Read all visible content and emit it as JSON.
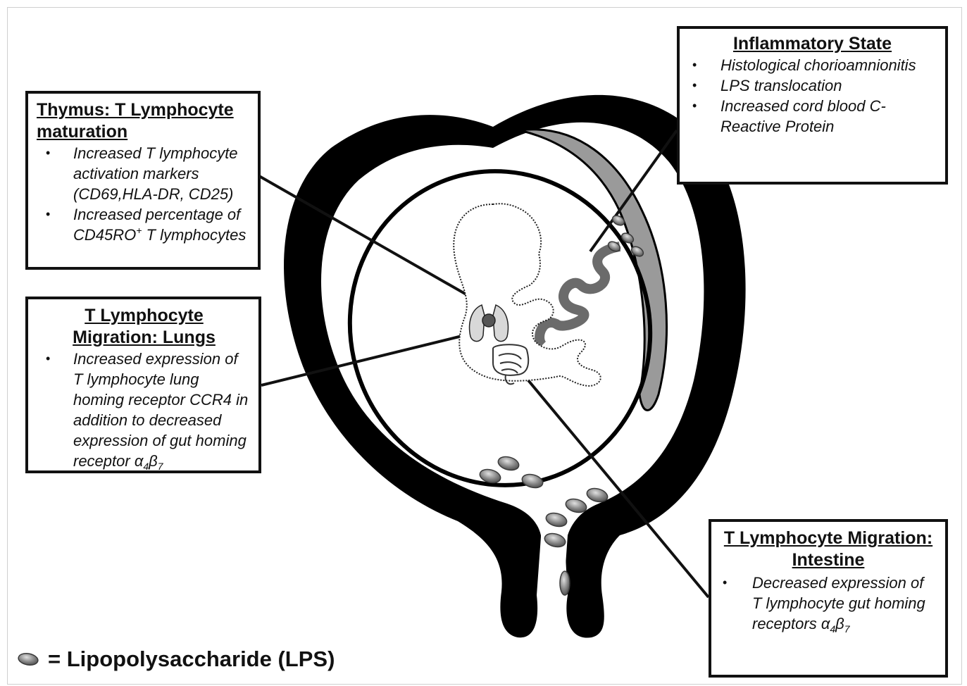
{
  "thymus_box": {
    "title": "Thymus: T Lymphocyte maturation",
    "bullet1": "Increased T lymphocyte activation markers (CD69,HLA-DR, CD25)",
    "bullet2_pre": "Increased percentage of CD45RO",
    "bullet2_sup": "+",
    "bullet2_post": " T lymphocytes"
  },
  "lungs_box": {
    "title": "T Lymphocyte Migration: Lungs",
    "bullet1_pre": "Increased expression of T lymphocyte lung homing receptor CCR4 in addition to decreased expression of gut homing receptor α",
    "bullet1_sub1": "4",
    "bullet1_mid": "β",
    "bullet1_sub2": "7"
  },
  "inflammatory_box": {
    "title": "Inflammatory State",
    "bullets": [
      "Histological chorioamnionitis",
      "LPS translocation",
      "Increased cord blood C-Reactive Protein"
    ]
  },
  "intestine_box": {
    "title": "T Lymphocyte Migration: Intestine",
    "bullet1_pre": "Decreased expression of T lymphocyte gut homing receptors α",
    "bullet1_sub1": "4",
    "bullet1_mid": "β",
    "bullet1_sub2": "7"
  },
  "legend": {
    "label": "= Lipopolysaccharide (LPS)"
  },
  "colors": {
    "uterus": "#000000",
    "membrane": "#9a9a9a",
    "lps": "#8a8a8a",
    "border": "#111111"
  }
}
